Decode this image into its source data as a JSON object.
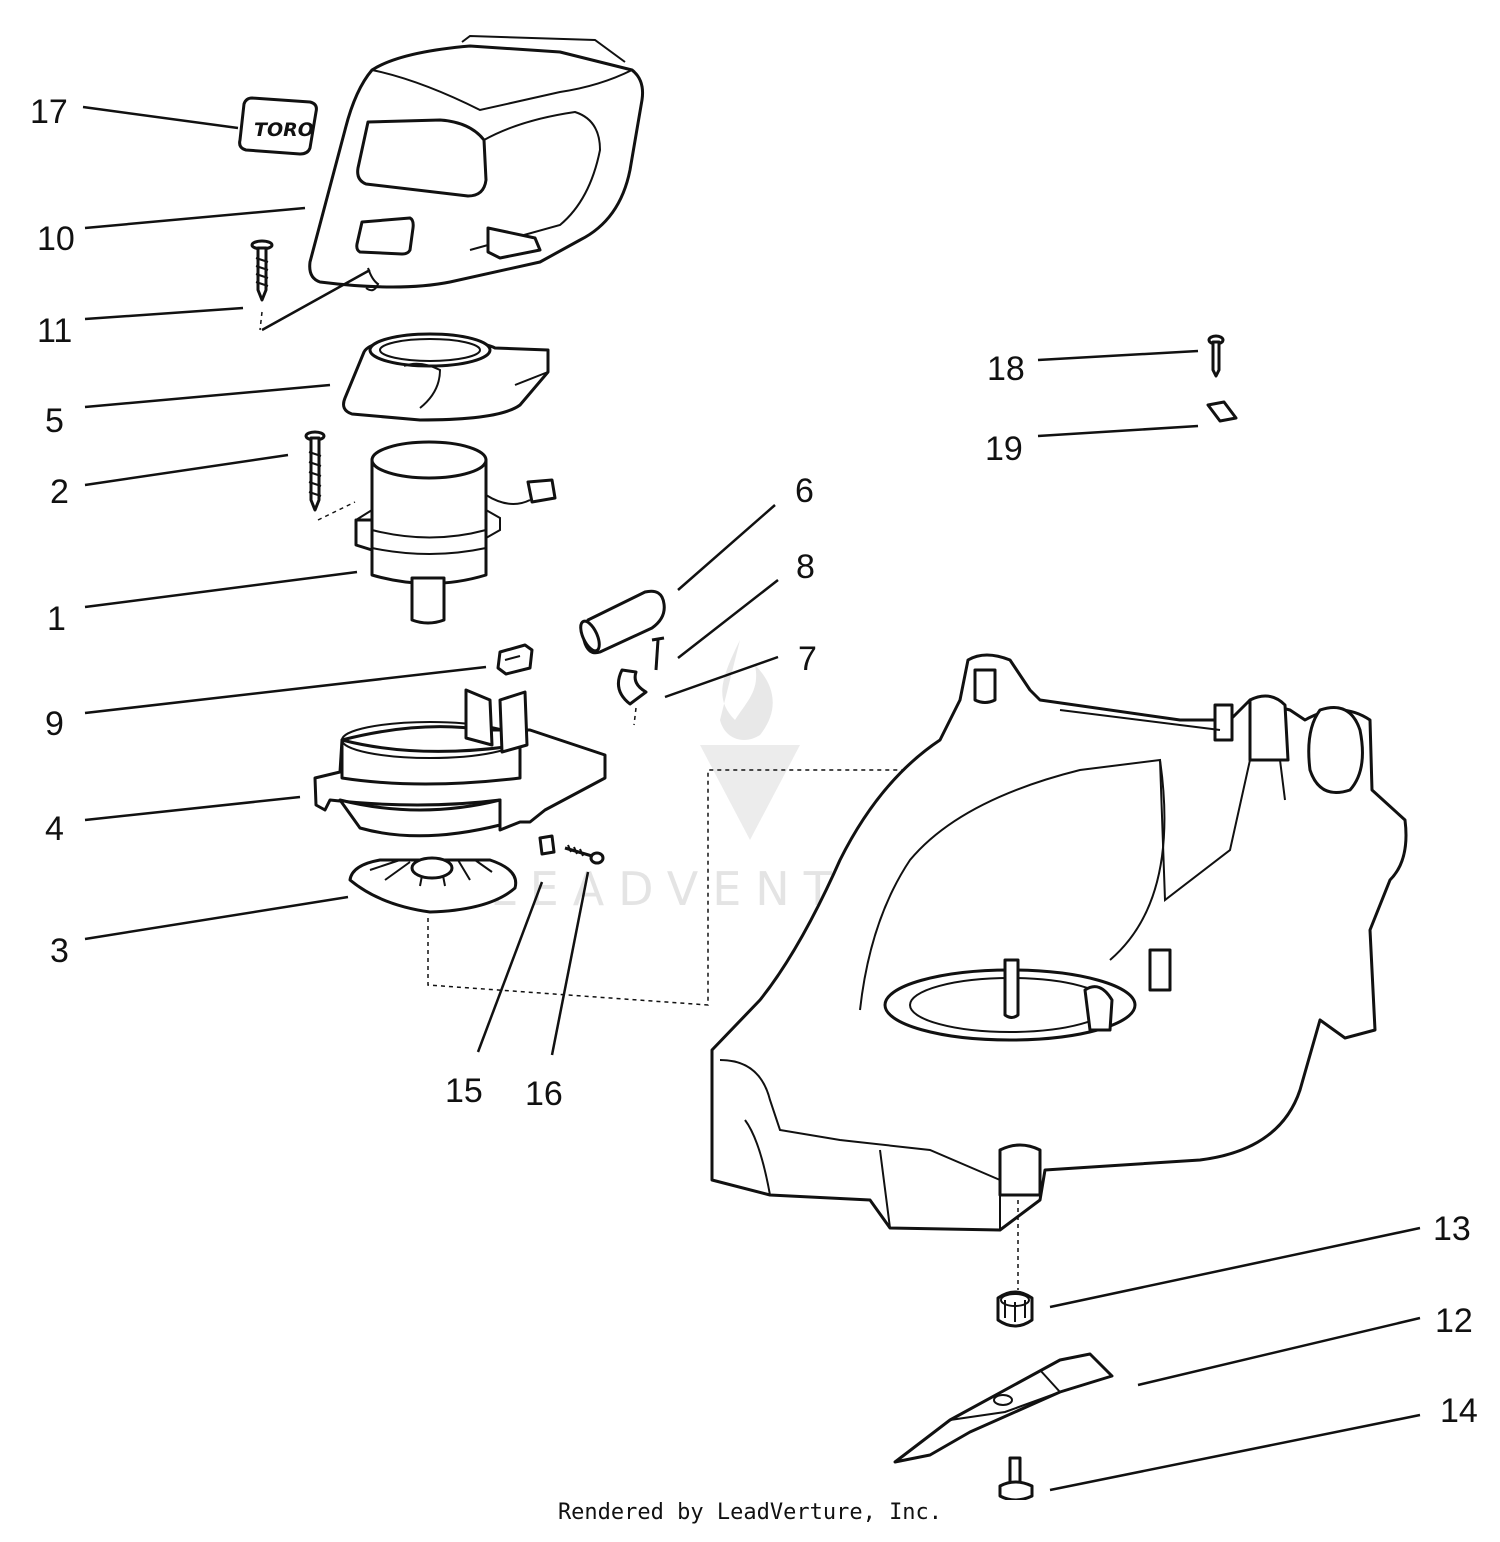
{
  "callouts": [
    {
      "id": "17",
      "label": "17"
    },
    {
      "id": "10",
      "label": "10"
    },
    {
      "id": "11",
      "label": "11"
    },
    {
      "id": "5",
      "label": "5"
    },
    {
      "id": "2",
      "label": "2"
    },
    {
      "id": "1",
      "label": "1"
    },
    {
      "id": "9",
      "label": "9"
    },
    {
      "id": "4",
      "label": "4"
    },
    {
      "id": "3",
      "label": "3"
    },
    {
      "id": "15",
      "label": "15"
    },
    {
      "id": "16",
      "label": "16"
    },
    {
      "id": "6",
      "label": "6"
    },
    {
      "id": "8",
      "label": "8"
    },
    {
      "id": "7",
      "label": "7"
    },
    {
      "id": "18",
      "label": "18"
    },
    {
      "id": "19",
      "label": "19"
    },
    {
      "id": "13",
      "label": "13"
    },
    {
      "id": "12",
      "label": "12"
    },
    {
      "id": "14",
      "label": "14"
    }
  ],
  "logo_badge": {
    "text": "TORO"
  },
  "watermark": {
    "text": "LEADVENTURE"
  },
  "footer": {
    "text": "Rendered by LeadVerture, Inc."
  }
}
